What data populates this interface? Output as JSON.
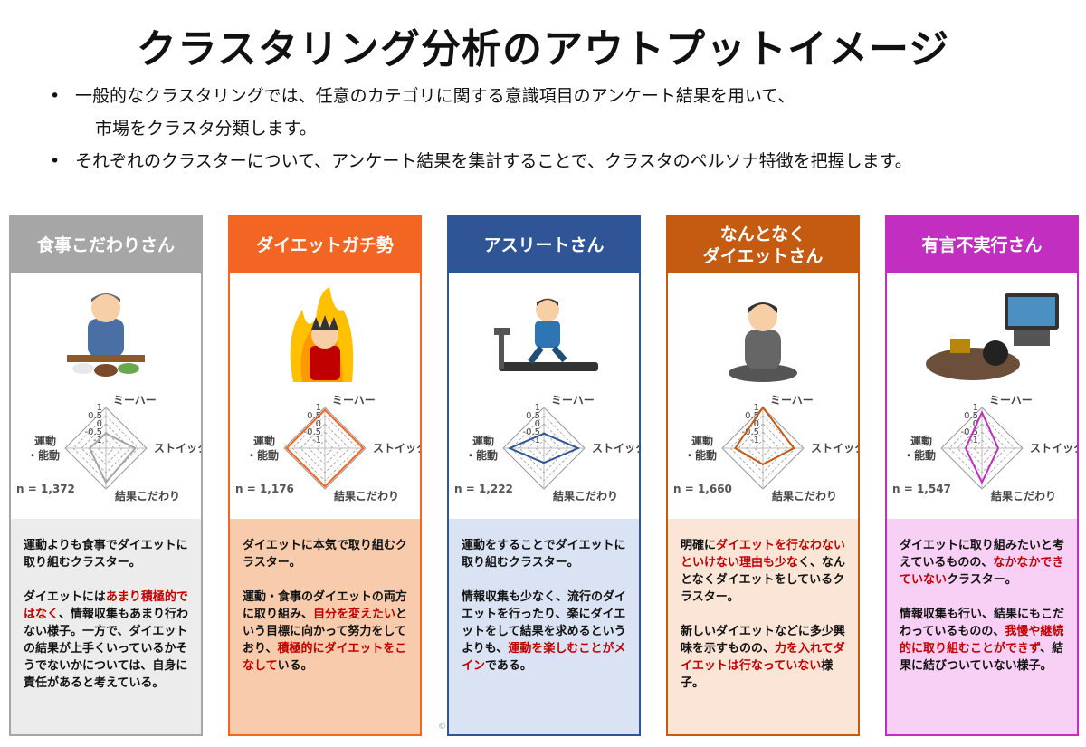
{
  "title": "クラスタリング分析のアウトプットイメージ",
  "bullets": [
    {
      "marker": "•",
      "lines": [
        "一般的なクラスタリングでは、任意のカテゴリに関する意識項目のアンケート結果を用いて、",
        "市場をクラスタ分類します。"
      ]
    },
    {
      "marker": "•",
      "lines": [
        "それぞれのクラスターについて、アンケート結果を集計することで、クラスタのペルソナ特徴を把握します。"
      ]
    }
  ],
  "radar_axes": {
    "top": "ミーハー",
    "right": "ストイック",
    "bottom": "結果こだわり",
    "left_line1": "運動",
    "left_line2": "・能動"
  },
  "radar_ticks": [
    "1",
    "0.5",
    "0",
    "-0.5",
    "-1"
  ],
  "clusters": [
    {
      "name": "食事こだわりさん",
      "color": "#a6a6a6",
      "desc_bg": "#ececec",
      "n": "n = 1,372",
      "illustration_icon": "man-eating-meal-icon",
      "radar_values": {
        "miha": -0.6,
        "stoic": 0.3,
        "result": 0.6,
        "active": -0.5
      },
      "paragraphs": [
        [
          {
            "t": "運動よりも食事でダイエットに取り組むクラスター。",
            "r": false
          }
        ],
        [
          {
            "t": "ダイエットには",
            "r": false
          },
          {
            "t": "あまり積極的ではなく",
            "r": true
          },
          {
            "t": "、情報収集もあまり行わない様子。",
            "r": false
          },
          {
            "t": "一方で、ダイエットの結果が上手くいっているかそうでないかについては、自身に責任があると考えている。",
            "r": false
          }
        ]
      ]
    },
    {
      "name": "ダイエットガチ勢",
      "color": "#f26522",
      "desc_bg": "#f8cbad",
      "n": "n = 1,176",
      "illustration_icon": "fired-up-person-icon",
      "radar_values": {
        "miha": 0.85,
        "stoic": 0.85,
        "result": 0.85,
        "active": 0.85
      },
      "paragraphs": [
        [
          {
            "t": "ダイエットに本気で取り組むクラスター。",
            "r": false
          }
        ],
        [
          {
            "t": "運動・食事のダイエットの両方に取り組み、",
            "r": false
          },
          {
            "t": "自分を変えたい",
            "r": true
          },
          {
            "t": "という目標に向かって努力をしており、",
            "r": false
          },
          {
            "t": "積極的にダイエットをこなして",
            "r": true
          },
          {
            "t": "いる。",
            "r": false
          }
        ]
      ]
    },
    {
      "name": "アスリートさん",
      "color": "#2f5597",
      "desc_bg": "#dae3f3",
      "n": "n = 1,222",
      "illustration_icon": "treadmill-runner-icon",
      "radar_values": {
        "miha": -0.6,
        "stoic": 0.6,
        "result": -0.6,
        "active": 0.6
      },
      "paragraphs": [
        [
          {
            "t": "運動をすることでダイエットに取り組むクラスター。",
            "r": false
          }
        ],
        [
          {
            "t": "情報収集も少なく、流行のダイエットを行ったり、楽にダイエットをして結果を求めるというよりも、",
            "r": false
          },
          {
            "t": "運動を楽しむことがメイン",
            "r": true
          },
          {
            "t": "である。",
            "r": false
          }
        ]
      ]
    },
    {
      "name": "なんとなく\nダイエットさん",
      "color": "#c55a11",
      "desc_bg": "#fbe5d6",
      "n": "n = 1,660",
      "illustration_icon": "sitting-person-icon",
      "radar_values": {
        "miha": 1.0,
        "stoic": 0.4,
        "result": -0.5,
        "active": 0.2
      },
      "paragraphs": [
        [
          {
            "t": "明確に",
            "r": false
          },
          {
            "t": "ダイエットを行なわないといけない理由も少な",
            "r": true
          },
          {
            "t": "く、なんとなくダイエットをしているクラスター。",
            "r": false
          }
        ],
        [
          {
            "t": "新しいダイエットなどに多少興味を示すものの、",
            "r": false
          },
          {
            "t": "力を入れてダイエットは行なっていない",
            "r": true
          },
          {
            "t": "様子。",
            "r": false
          }
        ]
      ]
    },
    {
      "name": "有言不実行さん",
      "color": "#c22ec0",
      "desc_bg": "#f9d0f5",
      "n": "n = 1,547",
      "illustration_icon": "person-watching-tv-icon",
      "radar_values": {
        "miha": 0.7,
        "stoic": -0.5,
        "result": 0.6,
        "active": -0.5
      },
      "paragraphs": [
        [
          {
            "t": "ダイエットに取り組みたいと考えているものの、",
            "r": false
          },
          {
            "t": "なかなかできていない",
            "r": true
          },
          {
            "t": "クラスター。",
            "r": false
          }
        ],
        [
          {
            "t": "情報収集も行い、結果にもこだわっているものの、",
            "r": false
          },
          {
            "t": "我慢や継続的に取り組むことができず",
            "r": true
          },
          {
            "t": "、結果に結びついていない様子。",
            "r": false
          }
        ]
      ]
    }
  ],
  "footer": {
    "copyright": "©"
  }
}
